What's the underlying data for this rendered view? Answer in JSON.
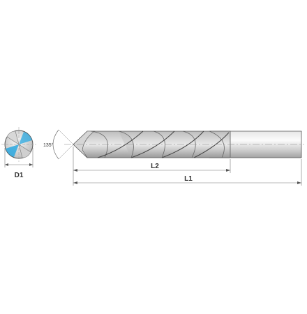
{
  "labels": {
    "d1": "D1",
    "l1": "L1",
    "l2": "L2",
    "angle": "135°"
  },
  "colors": {
    "body_light": "#f4f4f4",
    "body_mid": "#c9c9c9",
    "body_dark": "#8e8e8e",
    "outline": "#555555",
    "flute_blue": "#2aa8e0",
    "dim_line": "#777777"
  }
}
